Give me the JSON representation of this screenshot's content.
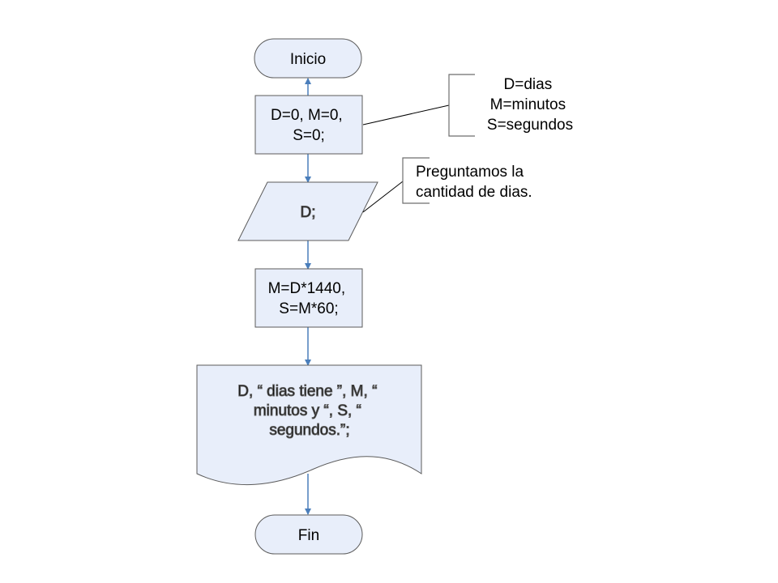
{
  "colors": {
    "node_fill": "#e8eefa",
    "node_stroke": "#5b5b5b",
    "arrow": "#4a7ebb",
    "note_line": "#000000",
    "bracket": "#6e6e6e"
  },
  "nodes": {
    "start": {
      "lines": [
        "Inicio"
      ]
    },
    "init": {
      "lines": [
        "D=0, M=0,",
        "S=0;"
      ]
    },
    "input": {
      "lines": [
        "D;"
      ]
    },
    "process": {
      "lines": [
        "M=D*1440,",
        "S=M*60;"
      ]
    },
    "output": {
      "lines": [
        "D, “ dias tiene ”, M, “",
        "minutos y “, S, “",
        "segundos.”;"
      ]
    },
    "end": {
      "lines": [
        "Fin"
      ]
    }
  },
  "annotations": {
    "variables": {
      "lines": [
        "D=dias",
        "M=minutos",
        "S=segundos"
      ]
    },
    "ask": {
      "lines": [
        "Preguntamos la",
        "cantidad de dias."
      ]
    }
  }
}
